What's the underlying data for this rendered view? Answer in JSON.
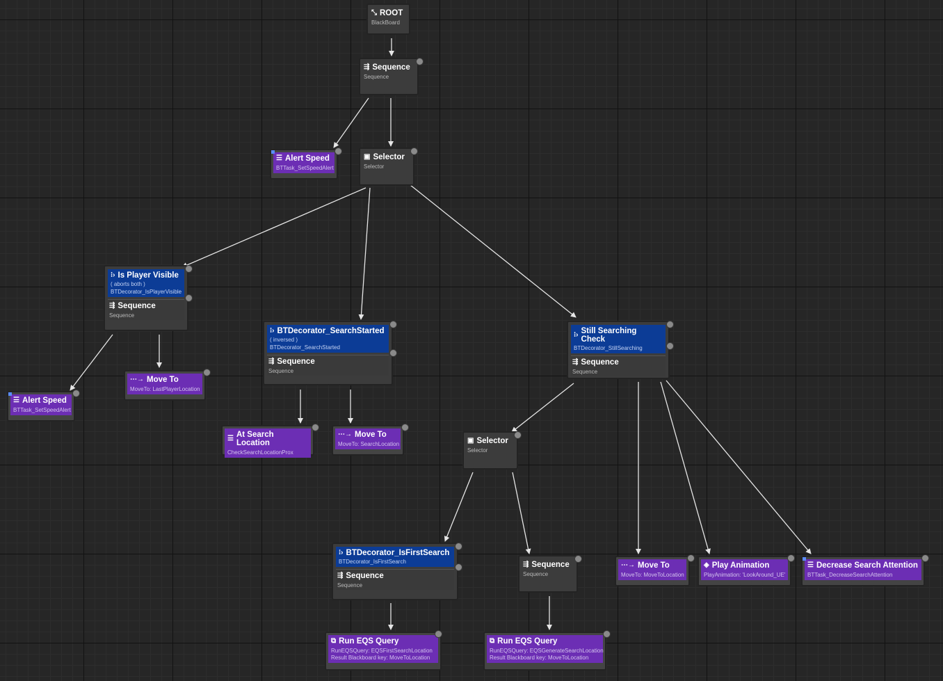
{
  "nodes": {
    "root": {
      "title": "ROOT",
      "sub": "BlackBoard",
      "icon": "root-icon"
    },
    "seq_main": {
      "title": "Sequence",
      "sub": "Sequence",
      "icon": "sequence-icon"
    },
    "alert_speed_top": {
      "title": "Alert Speed",
      "sub": "BTTask_SetSpeedAlert",
      "icon": "task-icon"
    },
    "selector_main": {
      "title": "Selector",
      "sub": "Selector",
      "icon": "selector-icon"
    },
    "is_player_visible": {
      "decorator": {
        "title": "Is Player Visible",
        "line1": "( aborts both )",
        "line2": "BTDecorator_IsPlayerVisible"
      },
      "title": "Sequence",
      "sub": "Sequence"
    },
    "alert_speed_left": {
      "title": "Alert Speed",
      "sub": "BTTask_SetSpeedAlert"
    },
    "move_to_player": {
      "title": "Move To",
      "sub": "MoveTo: LastPlayerLocation"
    },
    "search_started": {
      "decorator": {
        "title": "BTDecorator_SearchStarted",
        "line1": "( inversed )",
        "line2": "BTDecorator_SearchStarted"
      },
      "title": "Sequence",
      "sub": "Sequence"
    },
    "at_search_location": {
      "title": "At Search Location",
      "sub": "CheckSearchLocationProx"
    },
    "move_to_search": {
      "title": "Move To",
      "sub": "MoveTo: SearchLocation"
    },
    "still_searching": {
      "decorator": {
        "title": "Still Searching Check",
        "line2": "BTDecorator_StillSearching"
      },
      "title": "Sequence",
      "sub": "Sequence"
    },
    "selector_2": {
      "title": "Selector",
      "sub": "Selector"
    },
    "is_first_search": {
      "decorator": {
        "title": "BTDecorator_IsFirstSearch",
        "line2": "BTDecorator_IsFirstSearch"
      },
      "title": "Sequence",
      "sub": "Sequence"
    },
    "seq_2": {
      "title": "Sequence",
      "sub": "Sequence"
    },
    "move_to_location": {
      "title": "Move To",
      "sub": "MoveTo: MoveToLocation"
    },
    "play_animation": {
      "title": "Play Animation",
      "sub": "PlayAnimation: 'LookAround_UE'"
    },
    "decrease_attention": {
      "title": "Decrease Search Attention",
      "sub": "BTTask_DecreaseSearchAttention"
    },
    "eqs_first": {
      "title": "Run EQS Query",
      "sub": "RunEQSQuery: EQSFirstSearchLocation",
      "sub2": "Result Blackboard key: MoveToLocation"
    },
    "eqs_generate": {
      "title": "Run EQS Query",
      "sub": "RunEQSQuery: EQSGenerateSearchLocation",
      "sub2": "Result Blackboard key: MoveToLocation"
    }
  },
  "colors": {
    "task": "#6c2eb4",
    "decorator": "#0c3c96",
    "node": "#3c3c3c",
    "edge": "#e6e6e6"
  }
}
